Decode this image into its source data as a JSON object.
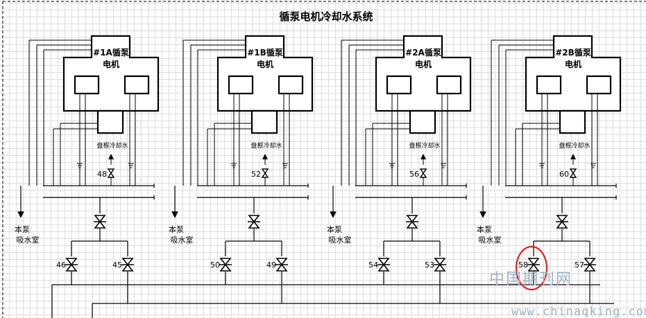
{
  "title": "循泵电机冷却水系统",
  "motors": [
    {
      "id": "1A",
      "name_line1": "#1A循泵",
      "name_line2": "电机",
      "cooling_label": "盘根冷却水",
      "small_valve": "48",
      "left_valve": "46",
      "right_valve": "45",
      "pump_room_line1": "本泵",
      "pump_room_line2": "吸水室"
    },
    {
      "id": "1B",
      "name_line1": "#1B循泵",
      "name_line2": "电机",
      "cooling_label": "盘根冷却水",
      "small_valve": "52",
      "left_valve": "50",
      "right_valve": "49",
      "pump_room_line1": "本泵",
      "pump_room_line2": "吸水室"
    },
    {
      "id": "2A",
      "name_line1": "#2A循泵",
      "name_line2": "电机",
      "cooling_label": "盘根冷却水",
      "small_valve": "56",
      "left_valve": "54",
      "right_valve": "53",
      "pump_room_line1": "本泵",
      "pump_room_line2": "吸水室"
    },
    {
      "id": "2B",
      "name_line1": "#2B循泵",
      "name_line2": "电机",
      "cooling_label": "盘根冷却水",
      "small_valve": "60",
      "left_valve": "58",
      "right_valve": "57",
      "pump_room_line1": "本泵",
      "pump_room_line2": "吸水室"
    }
  ],
  "highlight": {
    "valve": "58",
    "color": "#e02020"
  },
  "watermark": {
    "cn": "中国期刊网",
    "url": "www.chinaqking.com"
  },
  "colors": {
    "line": "#000000",
    "grid": "#dcdcdc",
    "watermark": "#9fb3c8"
  }
}
